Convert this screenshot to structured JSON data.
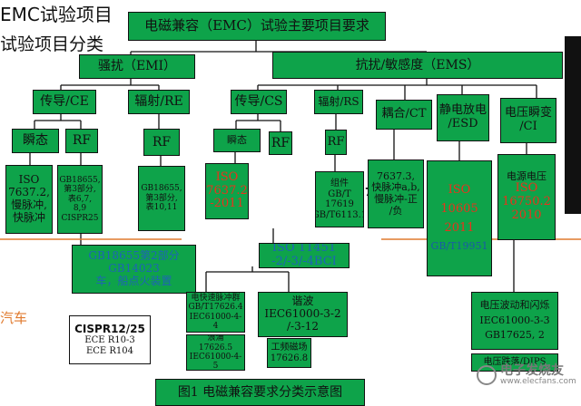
{
  "slide": {
    "title_fragment": "EMC试验项目",
    "subtitle_fragment": "试验项目分类",
    "left_fragment": "汽车",
    "caption": "图1 电磁兼容要求分类示意图",
    "watermark_text": "电子发烧友",
    "watermark_url": "www.elecfans.com"
  },
  "colors": {
    "box_green": "#0ea34a",
    "red_text": "#e8331c",
    "blue_text": "#1a5aa8",
    "divider_orange": "#e07a2e",
    "watermark": "#888888"
  },
  "diagram": {
    "root": "电磁兼容（EMC）试验主要项目要求",
    "emi": "骚扰（EMI）",
    "ems": "抗扰/敏感度（EMS）",
    "conduct_ce": "传导/CE",
    "radiate_re": "辐射/RE",
    "conduct_cs": "传导/CS",
    "radiate_rs": "辐射/RS",
    "coupling_ct": "耦合/CT",
    "esd": [
      "静电放电",
      "/ESD"
    ],
    "ci": [
      "电压瞬变",
      "/CI"
    ],
    "transient": "瞬态",
    "rf_ce": "RF",
    "rf_re": "RF",
    "transient_cs": "瞬态",
    "rf_cs": "RF",
    "rf_rs": "RF",
    "std_iso7637": [
      "ISO",
      "7637.2,",
      "慢脉冲,",
      "快脉冲"
    ],
    "std_gb18655_ce": [
      "GB18655,",
      "第3部分,",
      "表6,7,",
      "8,9",
      "CISPR25"
    ],
    "std_gb18655_re": [
      "GB18655,",
      "第3部分,",
      "表10,11"
    ],
    "std_iso7637_2011": [
      "ISO",
      "7637.2",
      "-2011"
    ],
    "std_gbt17619": [
      "组件",
      "GB/T",
      "17619",
      "GB/T6113.1"
    ],
    "std_7637_3": [
      "7637.3,",
      "快脉冲a,b,",
      "慢脉冲-正",
      "/负"
    ],
    "std_iso10605": [
      "ISO",
      "10605",
      "2011",
      "GB/T19951"
    ],
    "std_iso16750": [
      "电源电压",
      "ISO",
      "16750.2",
      "2010"
    ],
    "std_gb18655_part2": [
      "GB18655第2部分",
      "GB14023",
      "车，船点火装置"
    ],
    "std_iso11451": [
      "ISO  11451",
      "-2/-3/-4BCI"
    ],
    "std_fast_burst": [
      "电快速脉冲群",
      "GB/T17626.4",
      "IEC61000-4-4"
    ],
    "std_surge": [
      "浪涌",
      "17626.5",
      "IEC61000-4-5"
    ],
    "std_harmonic": [
      "谐波",
      "IEC61000-3-2",
      "/-3-12"
    ],
    "std_power_freq": [
      "工频磁场",
      "17626.8"
    ],
    "std_voltage_fluct": [
      "电压波动和闪烁",
      "IEC61000-3-3",
      "GB17625, 2"
    ],
    "std_voltage_dips": "电压跌落/DIPS",
    "std_cispr12": [
      "CISPR12/25",
      "ECE R10-3",
      "ECE R104"
    ],
    "fragment_7": "7"
  }
}
